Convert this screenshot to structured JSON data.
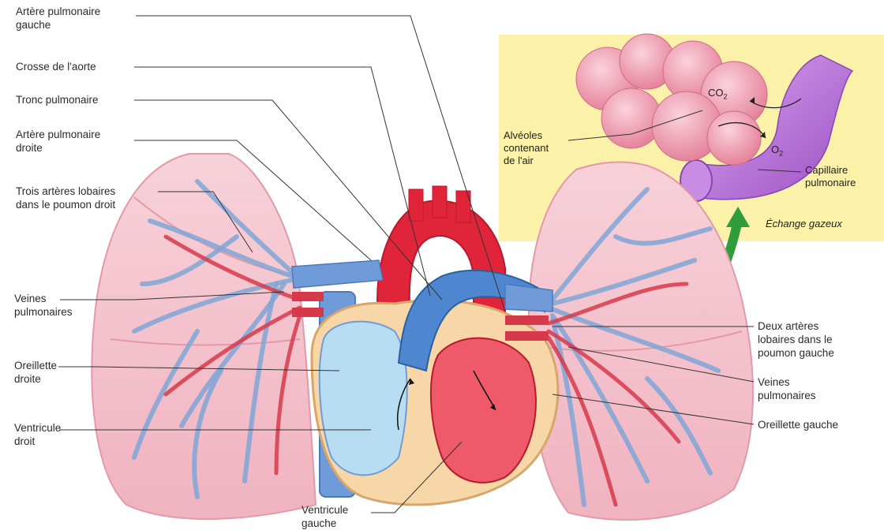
{
  "labels": {
    "left": {
      "artere_pulm_gauche": "Artère pulmonaire\ngauche",
      "crosse_aorte": "Crosse de l'aorte",
      "tronc_pulm": "Tronc pulmonaire",
      "artere_pulm_droite": "Artère pulmonaire\ndroite",
      "trois_arteres": "Trois artères lobaires\ndans le poumon droit",
      "veines_pulm_left": "Veines\npulmonaires",
      "oreillette_droite": "Oreillette\ndroite",
      "ventricule_droit": "Ventricule\ndroit"
    },
    "bottom": {
      "ventricule_gauche": "Ventricule\ngauche"
    },
    "right": {
      "deux_arteres": "Deux artères\nlobaires dans le\npoumon gauche",
      "veines_pulm_right": "Veines\npulmonaires",
      "oreillette_gauche": "Oreillette gauche"
    },
    "inset": {
      "alveoles": "Alvéoles\ncontenant\nde l'air",
      "capillaire": "Capillaire\npulmonaire",
      "co2_base": "CO",
      "co2_sub": "2",
      "o2_base": "O",
      "o2_sub": "2",
      "echange": "Échange gazeux"
    }
  },
  "colors": {
    "lung": "#f4c2cc",
    "lung_edge": "#e29aa8",
    "vein_blue": "#7fa6d6",
    "artery_red": "#d6394a",
    "heart_red": "#e0243a",
    "inset_bg": "#fbf1a8",
    "capillary": "#b56ad6",
    "alveoli": "#ee8fa6",
    "arrow_green": "#2f9d3b"
  }
}
